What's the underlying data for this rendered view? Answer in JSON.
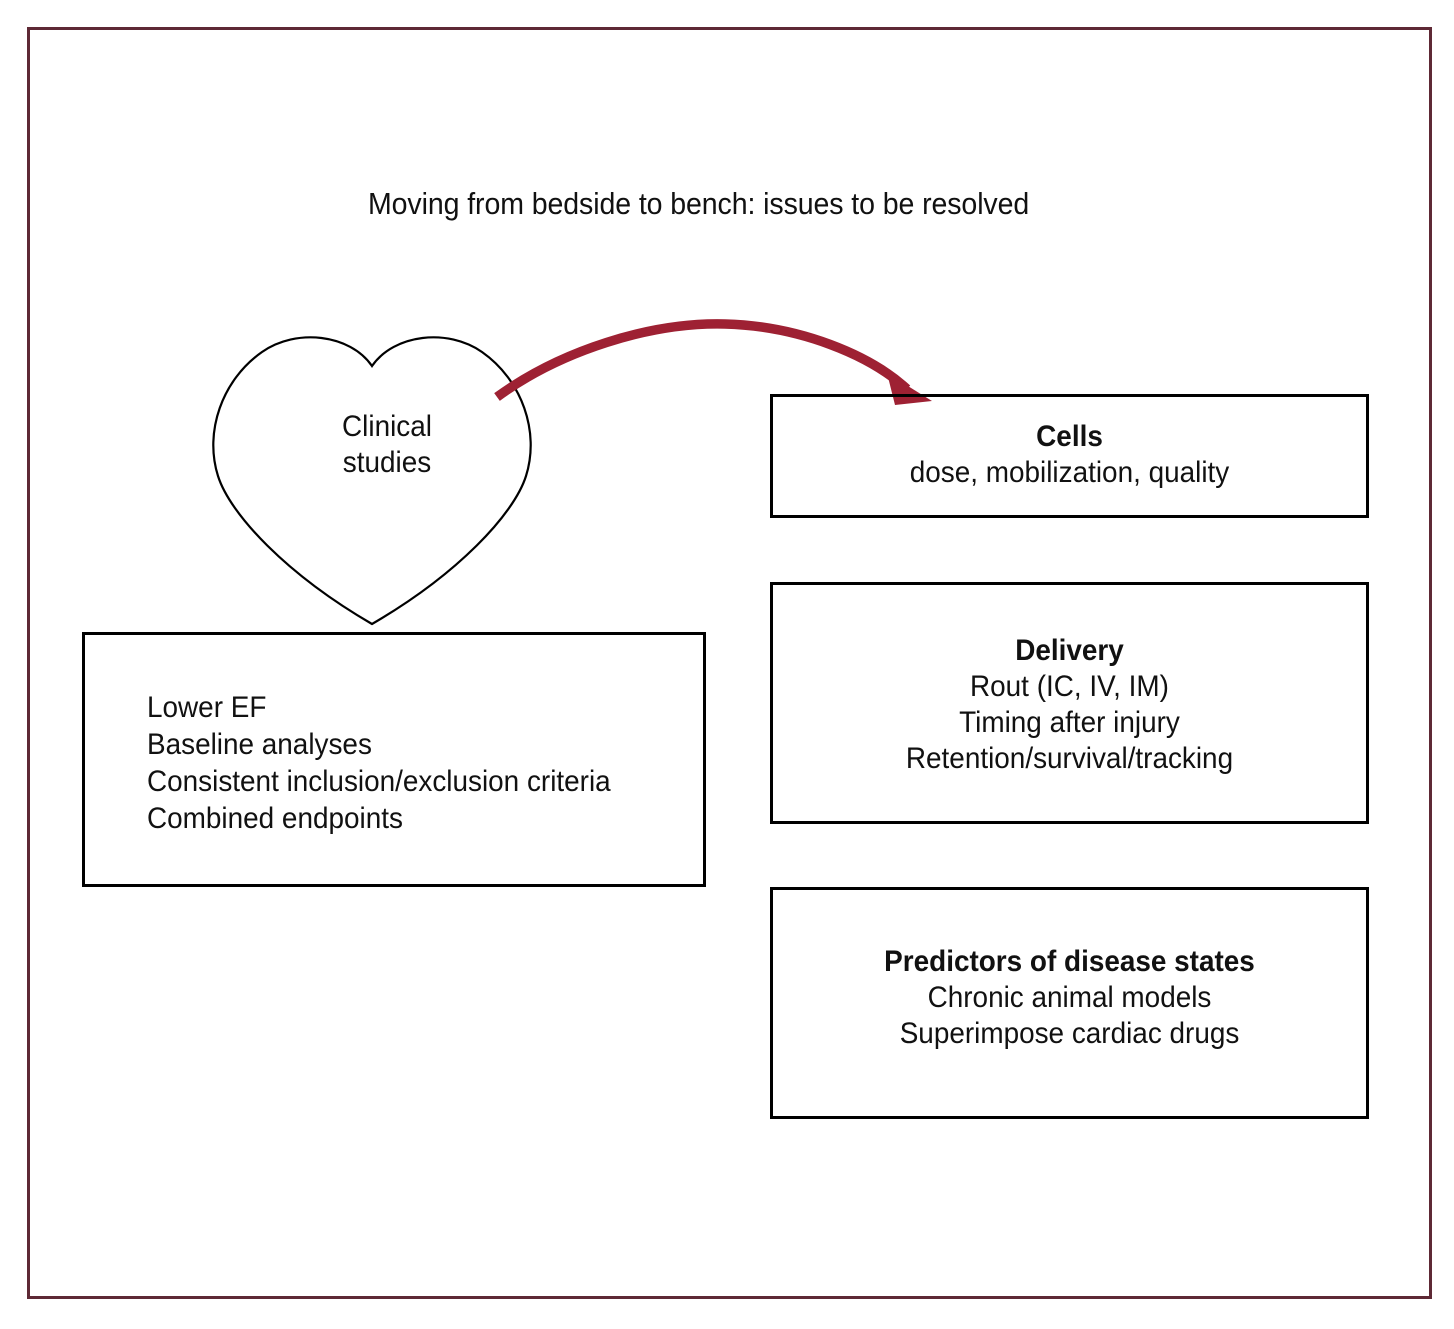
{
  "figure": {
    "title": "Moving from bedside to bench: issues to be resolved",
    "frame_color": "#5e2935",
    "arrow_color": "#9e2133",
    "outline_color": "#000000",
    "background": "#ffffff"
  },
  "heart": {
    "name": "heart-shape",
    "label_line_1": "Clinical",
    "label_line_2": "studies"
  },
  "arrow": {
    "name": "curved-arrow-bedside-to-bench",
    "color": "#9e2133",
    "direction": "left-to-right"
  },
  "boxes": {
    "clinical_findings": {
      "lines": [
        "Lower EF",
        "Baseline analyses",
        "Consistent inclusion/exclusion criteria",
        "Combined endpoints"
      ]
    },
    "cells": {
      "heading": "Cells",
      "lines": [
        "dose, mobilization, quality"
      ]
    },
    "delivery": {
      "heading": "Delivery",
      "lines": [
        "Rout (IC, IV, IM)",
        "Timing after injury",
        "Retention/survival/tracking"
      ]
    },
    "predictors": {
      "heading": "Predictors of disease states",
      "lines": [
        "Chronic animal models",
        "Superimpose cardiac drugs"
      ]
    }
  }
}
